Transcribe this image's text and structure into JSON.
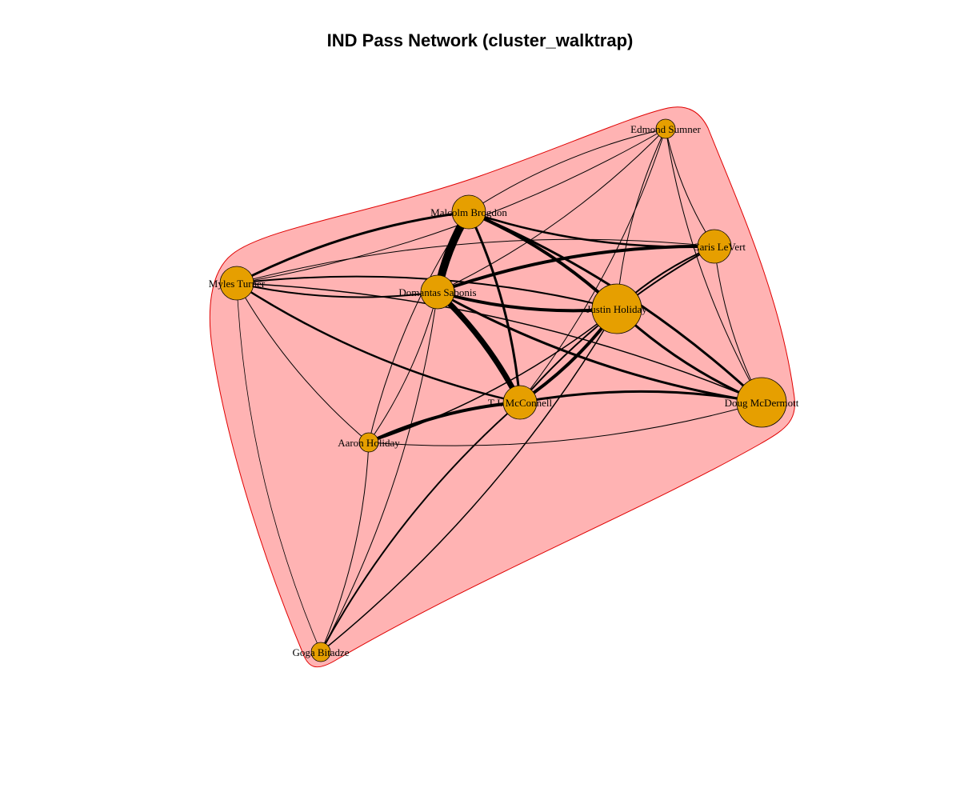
{
  "title": "IND Pass Network (cluster_walktrap)",
  "colors": {
    "node_fill": "#E69F00",
    "cluster_fill": "#FFB3B3",
    "cluster_border": "#E00000",
    "edge": "#000000"
  },
  "nodes": [
    {
      "id": "edmond",
      "name": "Edmond Sumner",
      "size": "small"
    },
    {
      "id": "malcolm",
      "name": "Malcolm Brogdon",
      "size": "medium"
    },
    {
      "id": "caris",
      "name": "Caris LeVert",
      "size": "medium"
    },
    {
      "id": "myles",
      "name": "Myles Turner",
      "size": "medium"
    },
    {
      "id": "domantas",
      "name": "Domantas Sabonis",
      "size": "medium"
    },
    {
      "id": "justin",
      "name": "Justin Holiday",
      "size": "large"
    },
    {
      "id": "tj",
      "name": "T.J. McConnell",
      "size": "medium"
    },
    {
      "id": "doug",
      "name": "Doug McDermott",
      "size": "large"
    },
    {
      "id": "aaron",
      "name": "Aaron Holiday",
      "size": "small"
    },
    {
      "id": "goga",
      "name": "Goga Bitadze",
      "size": "small"
    }
  ],
  "edges": [
    {
      "a": "malcolm",
      "b": "domantas",
      "weight": 10
    },
    {
      "a": "domantas",
      "b": "tj",
      "weight": 7
    },
    {
      "a": "domantas",
      "b": "justin",
      "weight": 4
    },
    {
      "a": "domantas",
      "b": "caris",
      "weight": 4
    },
    {
      "a": "domantas",
      "b": "doug",
      "weight": 3
    },
    {
      "a": "malcolm",
      "b": "justin",
      "weight": 4
    },
    {
      "a": "malcolm",
      "b": "myles",
      "weight": 3
    },
    {
      "a": "malcolm",
      "b": "tj",
      "weight": 3
    },
    {
      "a": "malcolm",
      "b": "caris",
      "weight": 2.5
    },
    {
      "a": "malcolm",
      "b": "doug",
      "weight": 3
    },
    {
      "a": "tj",
      "b": "justin",
      "weight": 4
    },
    {
      "a": "tj",
      "b": "doug",
      "weight": 3
    },
    {
      "a": "tj",
      "b": "aaron",
      "weight": 4
    },
    {
      "a": "tj",
      "b": "myles",
      "weight": 2.5
    },
    {
      "a": "tj",
      "b": "goga",
      "weight": 2
    },
    {
      "a": "tj",
      "b": "caris",
      "weight": 2
    },
    {
      "a": "justin",
      "b": "doug",
      "weight": 3
    },
    {
      "a": "justin",
      "b": "caris",
      "weight": 2
    },
    {
      "a": "justin",
      "b": "myles",
      "weight": 2
    },
    {
      "a": "justin",
      "b": "aaron",
      "weight": 1.5
    },
    {
      "a": "myles",
      "b": "domantas",
      "weight": 2
    },
    {
      "a": "myles",
      "b": "doug",
      "weight": 1.5
    },
    {
      "a": "myles",
      "b": "aaron",
      "weight": 1
    },
    {
      "a": "myles",
      "b": "caris",
      "weight": 1
    },
    {
      "a": "caris",
      "b": "doug",
      "weight": 1
    },
    {
      "a": "caris",
      "b": "edmond",
      "weight": 1
    },
    {
      "a": "edmond",
      "b": "malcolm",
      "weight": 1
    },
    {
      "a": "edmond",
      "b": "domantas",
      "weight": 1
    },
    {
      "a": "edmond",
      "b": "justin",
      "weight": 1
    },
    {
      "a": "edmond",
      "b": "tj",
      "weight": 1
    },
    {
      "a": "edmond",
      "b": "doug",
      "weight": 1
    },
    {
      "a": "edmond",
      "b": "myles",
      "weight": 1
    },
    {
      "a": "aaron",
      "b": "domantas",
      "weight": 1
    },
    {
      "a": "aaron",
      "b": "malcolm",
      "weight": 1
    },
    {
      "a": "aaron",
      "b": "doug",
      "weight": 1
    },
    {
      "a": "aaron",
      "b": "goga",
      "weight": 1
    },
    {
      "a": "goga",
      "b": "domantas",
      "weight": 1
    },
    {
      "a": "goga",
      "b": "myles",
      "weight": 0.8
    },
    {
      "a": "goga",
      "b": "justin",
      "weight": 1.5
    }
  ]
}
